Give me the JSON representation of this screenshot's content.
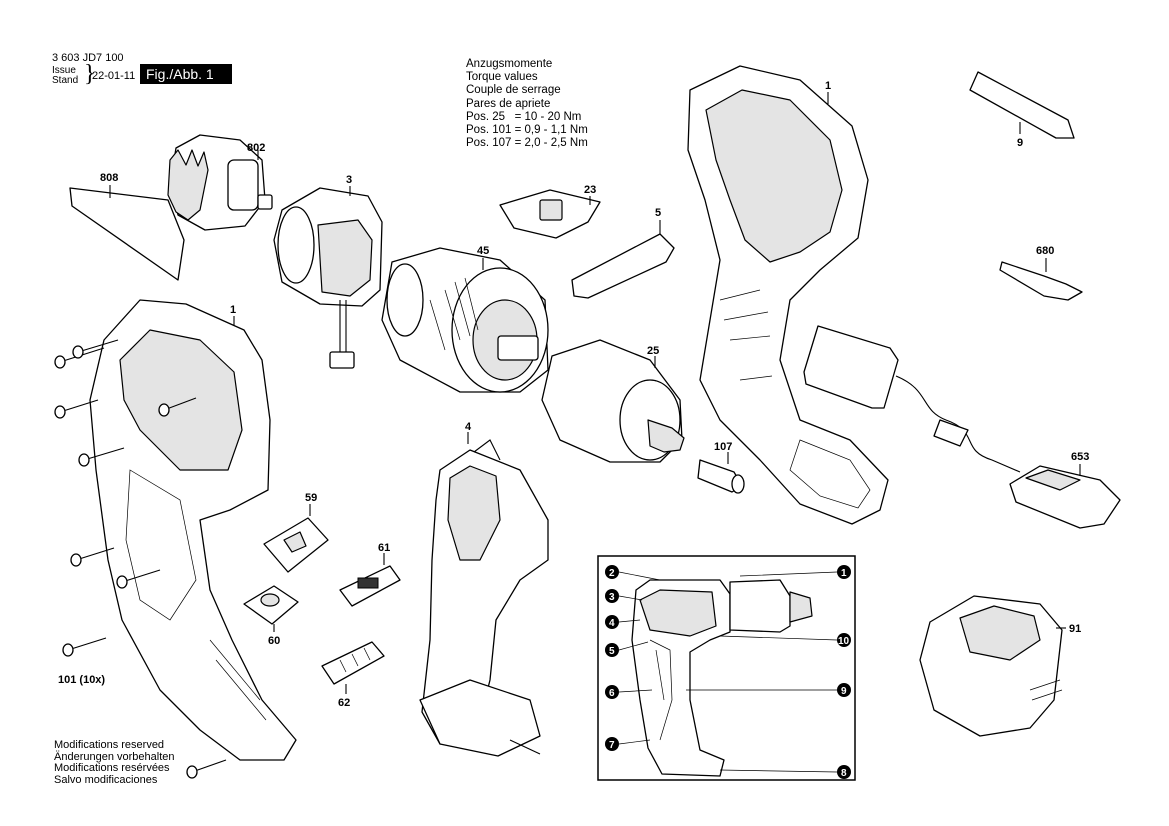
{
  "header": {
    "doc_number": "3 603 JD7 100",
    "issue_label": "Issue",
    "stand_label": "Stand",
    "issue_date": "22-01-11",
    "figure_label": "Fig./Abb. 1"
  },
  "torque": {
    "lines": [
      "Anzugsmomente",
      "Torque values",
      "Couple de serrage",
      "Pares de apriete"
    ],
    "specs": [
      "Pos. 25   = 10 - 20 Nm",
      "Pos. 101 = 0,9 - 1,1 Nm",
      "Pos. 107 = 2,0 - 2,5 Nm"
    ]
  },
  "footer": {
    "lines": [
      "Modifications reserved",
      "Änderungen vorbehalten",
      "Modifications resérvées",
      "Salvo modificaciones"
    ]
  },
  "parts": {
    "p808": "808",
    "p802": "802",
    "p3": "3",
    "p23": "23",
    "p45": "45",
    "p5": "5",
    "p1a": "1",
    "p1b": "1",
    "p9": "9",
    "p680": "680",
    "p25": "25",
    "p4": "4",
    "p59": "59",
    "p61": "61",
    "p60": "60",
    "p62": "62",
    "p107": "107",
    "p653": "653",
    "p91": "91",
    "p101": "101 (10x)"
  },
  "inset": {
    "callouts": [
      "1",
      "2",
      "3",
      "4",
      "5",
      "6",
      "7",
      "8",
      "9",
      "10"
    ]
  }
}
